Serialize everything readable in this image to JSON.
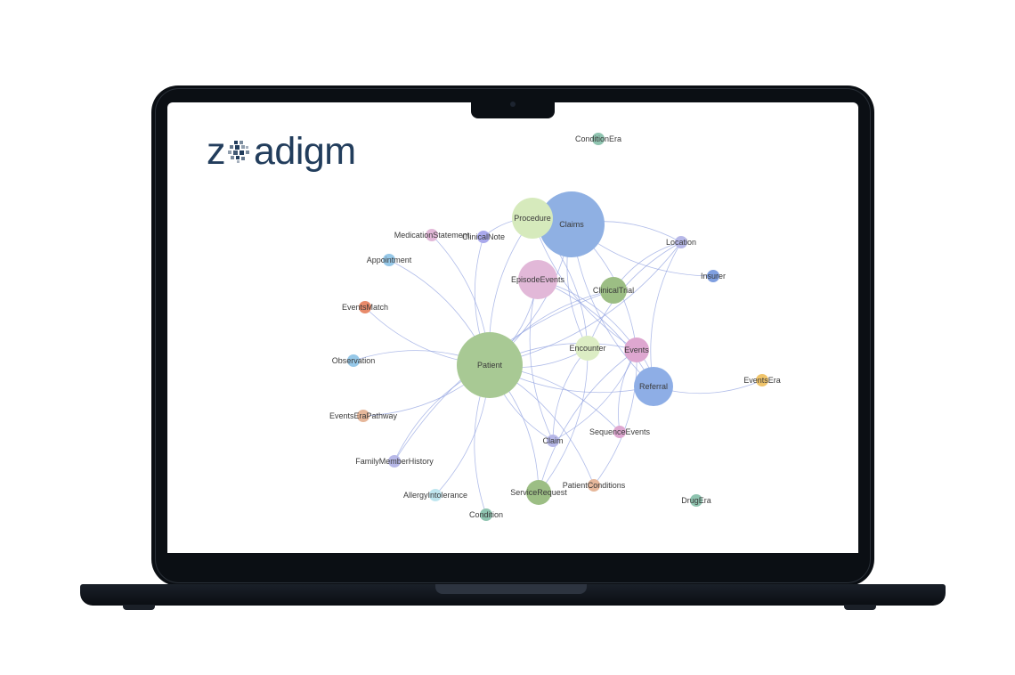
{
  "brand": {
    "logo_before": "z",
    "logo_after": "adigm",
    "logo_color": "#223d5c"
  },
  "graph": {
    "nodes": [
      {
        "id": "Patient",
        "label": "Patient",
        "color": "#a8c994"
      },
      {
        "id": "Claims",
        "label": "Claims",
        "color": "#8fb0e3"
      },
      {
        "id": "Procedure",
        "label": "Procedure",
        "color": "#d6eabc"
      },
      {
        "id": "EpisodeEvents",
        "label": "EpisodeEvents",
        "color": "#e2b8d8"
      },
      {
        "id": "ClinicalTrial",
        "label": "ClinicalTrial",
        "color": "#9cbe84"
      },
      {
        "id": "Encounter",
        "label": "Encounter",
        "color": "#dcedc4"
      },
      {
        "id": "Events",
        "label": "Events",
        "color": "#dea7d0"
      },
      {
        "id": "Referral",
        "label": "Referral",
        "color": "#8eaee6"
      },
      {
        "id": "ServiceRequest",
        "label": "ServiceRequest",
        "color": "#9cbe84"
      },
      {
        "id": "ConditionEra",
        "label": "ConditionEra",
        "color": "#8fc4b0"
      },
      {
        "id": "Location",
        "label": "Location",
        "color": "#b7b8e8"
      },
      {
        "id": "Insurer",
        "label": "Insurer",
        "color": "#7f9fe0"
      },
      {
        "id": "MedicationStatement",
        "label": "MedicationStatement",
        "color": "#e2b8d8"
      },
      {
        "id": "ClinicalNote",
        "label": "ClinicalNote",
        "color": "#a9a9ec"
      },
      {
        "id": "Appointment",
        "label": "Appointment",
        "color": "#96c8e8"
      },
      {
        "id": "EventsMatch",
        "label": "EventsMatch",
        "color": "#e88a6a"
      },
      {
        "id": "Observation",
        "label": "Observation",
        "color": "#96c8e8"
      },
      {
        "id": "EventsEraPathway",
        "label": "EventsEraPathway",
        "color": "#e6b79a"
      },
      {
        "id": "FamilyMemberHistory",
        "label": "FamilyMemberHistory",
        "color": "#b7b8e8"
      },
      {
        "id": "AllergyIntolerance",
        "label": "AllergyIntolerance",
        "color": "#bfe6ef"
      },
      {
        "id": "Condition",
        "label": "Condition",
        "color": "#8fc4b0"
      },
      {
        "id": "PatientConditions",
        "label": "PatientConditions",
        "color": "#e6b79a"
      },
      {
        "id": "Claim",
        "label": "Claim",
        "color": "#b7b8e8"
      },
      {
        "id": "SequenceEvents",
        "label": "SequenceEvents",
        "color": "#dea7d0"
      },
      {
        "id": "EventsEra",
        "label": "EventsEra",
        "color": "#f0c46a"
      },
      {
        "id": "DrugEra",
        "label": "DrugEra",
        "color": "#8fc4b0"
      }
    ],
    "edges": [
      [
        "Patient",
        "Claims"
      ],
      [
        "Patient",
        "Procedure"
      ],
      [
        "Patient",
        "EpisodeEvents"
      ],
      [
        "Patient",
        "ClinicalTrial"
      ],
      [
        "Patient",
        "Encounter"
      ],
      [
        "Patient",
        "Events"
      ],
      [
        "Patient",
        "Referral"
      ],
      [
        "Patient",
        "ServiceRequest"
      ],
      [
        "Patient",
        "MedicationStatement"
      ],
      [
        "Patient",
        "ClinicalNote"
      ],
      [
        "Patient",
        "Appointment"
      ],
      [
        "Patient",
        "EventsMatch"
      ],
      [
        "Patient",
        "Observation"
      ],
      [
        "Patient",
        "EventsEraPathway"
      ],
      [
        "Patient",
        "FamilyMemberHistory"
      ],
      [
        "Patient",
        "AllergyIntolerance"
      ],
      [
        "Patient",
        "Condition"
      ],
      [
        "Patient",
        "PatientConditions"
      ],
      [
        "Patient",
        "Claim"
      ],
      [
        "Patient",
        "SequenceEvents"
      ],
      [
        "Patient",
        "Location"
      ],
      [
        "Claims",
        "Location"
      ],
      [
        "Claims",
        "Insurer"
      ],
      [
        "Claims",
        "Events"
      ],
      [
        "Claims",
        "Encounter"
      ],
      [
        "Procedure",
        "Encounter"
      ],
      [
        "Procedure",
        "Events"
      ],
      [
        "EpisodeEvents",
        "Events"
      ],
      [
        "EpisodeEvents",
        "Claim"
      ],
      [
        "ClinicalTrial",
        "Location"
      ],
      [
        "ClinicalTrial",
        "FamilyMemberHistory"
      ],
      [
        "Encounter",
        "Location"
      ],
      [
        "Encounter",
        "Claim"
      ],
      [
        "Events",
        "Referral"
      ],
      [
        "Events",
        "SequenceEvents"
      ],
      [
        "Events",
        "Claim"
      ],
      [
        "Referral",
        "EventsEra"
      ],
      [
        "Referral",
        "Location"
      ],
      [
        "ServiceRequest",
        "Encounter"
      ],
      [
        "ServiceRequest",
        "Events"
      ],
      [
        "PatientConditions",
        "Events"
      ],
      [
        "ClinicalNote",
        "Procedure"
      ],
      [
        "Claims",
        "Referral"
      ],
      [
        "EpisodeEvents",
        "Referral"
      ]
    ]
  }
}
